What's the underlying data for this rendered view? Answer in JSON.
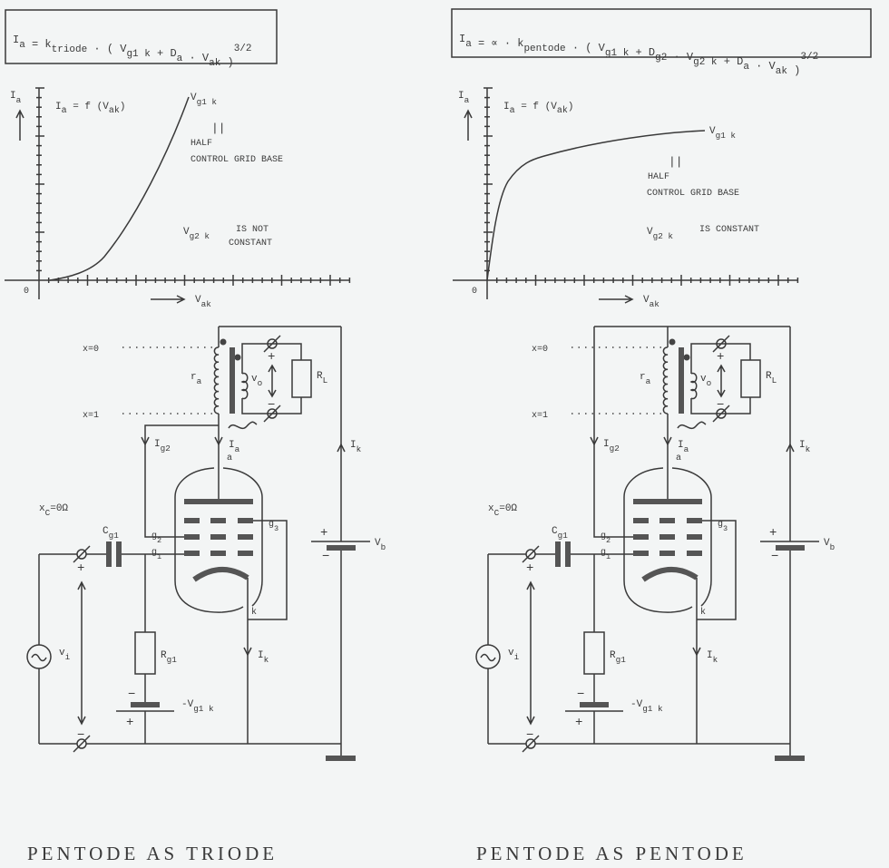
{
  "formulas": [
    {
      "parts": [
        [
          "I",
          "a"
        ],
        [
          " = k",
          "triode"
        ],
        [
          " · ( V",
          "g1 k"
        ],
        [
          " + D",
          "a"
        ],
        [
          " · V",
          "ak"
        ],
        [
          " )",
          ""
        ]
      ],
      "exponent": "3/2"
    },
    {
      "parts": [
        [
          "I",
          "a"
        ],
        [
          " = ∝ · k",
          "pentode"
        ],
        [
          " · ( V",
          "g1 k"
        ],
        [
          " + D",
          "g2"
        ],
        [
          " · V",
          "g2 k"
        ],
        [
          " + D",
          "a"
        ],
        [
          " · V",
          "ak"
        ],
        [
          " )",
          ""
        ]
      ],
      "exponent": "3/2"
    }
  ],
  "graphs": [
    {
      "y_label": [
        "I",
        "a"
      ],
      "func": [
        "I",
        "a"
      ],
      "func_rest": " = f (V",
      "func_sub": "ak",
      "func_end": ")",
      "origin": "0",
      "x_label": [
        "V",
        "ak"
      ],
      "curve_label": [
        "V",
        "g1 k"
      ],
      "equals": "||",
      "half": "HALF",
      "base": "CONTROL GRID BASE",
      "vg2": [
        "V",
        "g2 k"
      ],
      "vg2_line1": "IS NOT",
      "vg2_line2": "CONSTANT"
    },
    {
      "y_label": [
        "I",
        "a"
      ],
      "func": [
        "I",
        "a"
      ],
      "func_rest": " = f (V",
      "func_sub": "ak",
      "func_end": ")",
      "origin": "0",
      "x_label": [
        "V",
        "ak"
      ],
      "curve_label": [
        "V",
        "g1 k"
      ],
      "equals": "||",
      "half": "HALF",
      "base": "CONTROL GRID BASE",
      "vg2": [
        "V",
        "g2 k"
      ],
      "vg2_line1": "IS CONSTANT",
      "vg2_line2": ""
    }
  ],
  "circuits": [
    {
      "title": "PENTODE AS TRIODE",
      "variant": "triode"
    },
    {
      "title": "PENTODE AS PENTODE",
      "variant": "pentode"
    }
  ],
  "labels": {
    "x0": "x=0",
    "x1": "x=1",
    "ra": [
      "r",
      "a"
    ],
    "vo": [
      "v",
      "o"
    ],
    "RL": [
      "R",
      "L"
    ],
    "Ig2": [
      "I",
      "g2"
    ],
    "Ia": [
      "I",
      "a"
    ],
    "a": "a",
    "Ik": [
      "I",
      "k"
    ],
    "xc": [
      "x",
      "C"
    ],
    "xc_val": "=0Ω",
    "Cg1": [
      "C",
      "g1"
    ],
    "g1": [
      "g",
      "1"
    ],
    "g2": [
      "g",
      "2"
    ],
    "g3": [
      "g",
      "3"
    ],
    "k": "k",
    "vi": [
      "v",
      "i"
    ],
    "Rg1": [
      "R",
      "g1"
    ],
    "Vg1k": [
      "-V",
      "g1 k"
    ],
    "Vb": [
      "V",
      "b"
    ],
    "plus": "+",
    "minus": "−"
  },
  "colors": {
    "ink": "#3a3a3a",
    "paper": "#f3f5f5"
  }
}
